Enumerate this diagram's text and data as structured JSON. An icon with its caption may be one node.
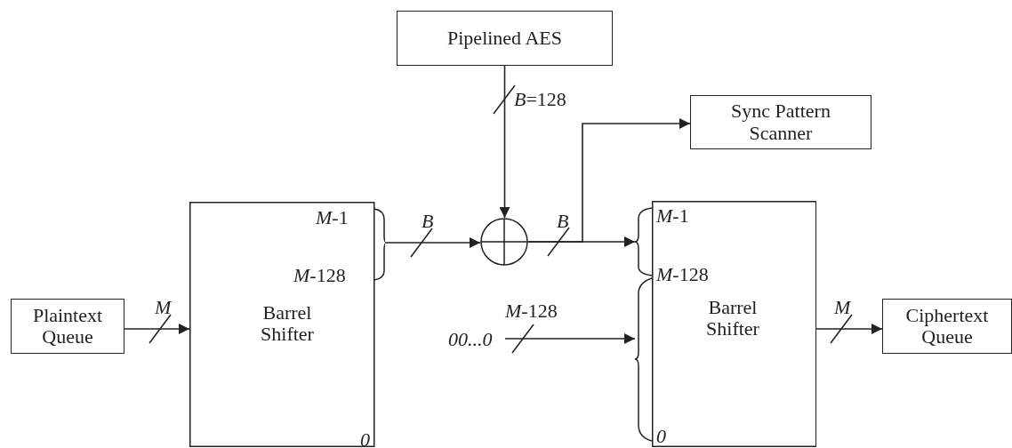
{
  "diagram": {
    "nodes": [
      {
        "text": [
          "Pipelined AES"
        ]
      },
      {
        "text": [
          "Sync Pattern Scanner"
        ]
      },
      {
        "text": [
          "Plaintext Queue"
        ]
      },
      {
        "text": [
          "Barrel Shifter",
          "*M*-1",
          "*M*-128",
          "0"
        ]
      },
      {
        "text": [],
        "shape": "circle"
      },
      {
        "text": [
          "Barrel Shifter",
          "*M*-1",
          "*M*-128",
          "0"
        ]
      },
      {
        "text": [
          "Ciphertext Queue"
        ]
      },
      {
        "text": [
          "00...0"
        ]
      }
    ],
    "edges": [
      {
        "from": 2,
        "to": 3,
        "arrow": "to",
        "label": "M"
      },
      {
        "from": 3,
        "to": 4,
        "arrow": "to",
        "label": "B"
      },
      {
        "from": 0,
        "to": 4,
        "arrow": "to",
        "label": "*B*=128"
      },
      {
        "from": 4,
        "to": 5,
        "arrow": "to",
        "label": "B"
      },
      {
        "from": 4,
        "to": 1,
        "arrow": "to"
      },
      {
        "from": 7,
        "to": 5,
        "arrow": "to",
        "label": "*M*-128"
      },
      {
        "from": 5,
        "to": 6,
        "arrow": "to",
        "label": "M"
      }
    ]
  }
}
